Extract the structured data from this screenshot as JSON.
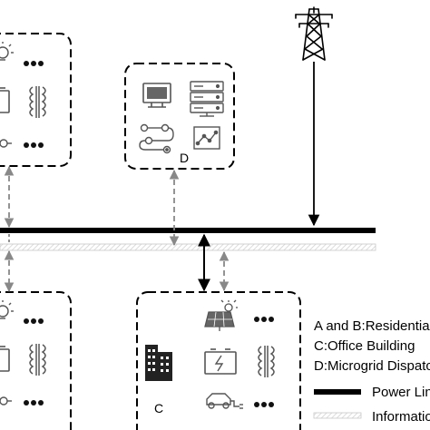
{
  "colors": {
    "stroke": "#000000",
    "icon_grey": "#555555",
    "info_line_fill": "#ececec",
    "info_line_edge": "#c8c8c8",
    "dashed_arrow": "#888888",
    "panel_fill": "#222222"
  },
  "boxes": {
    "A": {
      "label": ""
    },
    "B": {
      "label": ""
    },
    "C": {
      "label": "C"
    },
    "D": {
      "label": "D"
    }
  },
  "icons": {
    "lightbulb": "lightbulb-icon",
    "battery": "battery-icon",
    "transformer": "transformer-icon",
    "ev": "electric-vehicle-icon",
    "solar": "solar-panel-icon",
    "building": "office-building-icon",
    "monitor": "monitor-icon",
    "server": "server-icon",
    "workflow": "workflow-icon",
    "chart": "line-chart-icon",
    "tower": "transmission-tower-icon",
    "ellipsis": "ellipsis-icon"
  },
  "legend": {
    "line1": "A and  B:Residential",
    "line2": "C:Office Building",
    "line3": "D:Microgrid Dispatch",
    "power_line_label": "Power Line",
    "info_line_label": "Information Line"
  }
}
